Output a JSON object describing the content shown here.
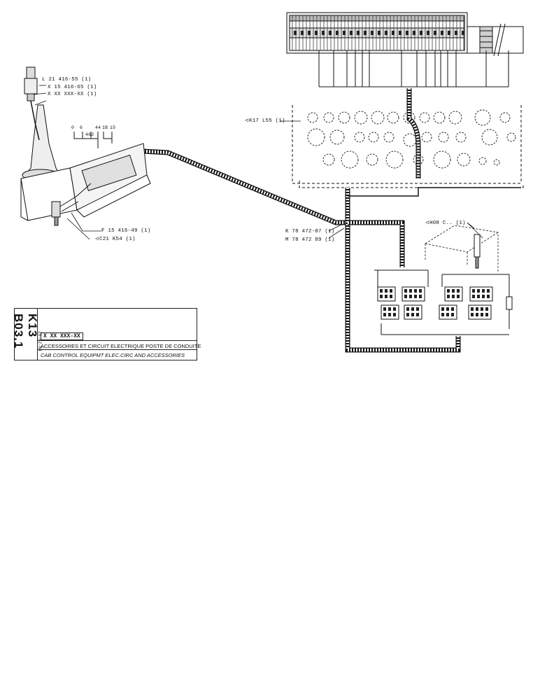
{
  "labels": {
    "switch_l": "L 21 416-55 (1)",
    "switch_x": "X 15 416-65 (1)",
    "switch_xx": "X XX XXX-XX (1)",
    "fuse_f": "F 15 416-49 (1)",
    "c21": "C21 K54  (1)",
    "k17": "K17 L55 (1)",
    "k78": "K 78 472-87 (1)",
    "m78": "M 78 472  89 (1)",
    "h08": "H08  C..  (1)",
    "wire_codes": [
      "0",
      "6",
      "462",
      "44",
      "1B",
      "15"
    ]
  },
  "title_block": {
    "code": "K13 B03.1",
    "date": "29-02-84",
    "ref": "X XX XXX-XX",
    "title_fr": "ACCESSOIRES ET CIRCUIT  ELECTRIQUE POSTE DE CONDUITE",
    "title_en": "CAB CONTROL EQUIPMT ELEC.CIRC  AND  ACCESSORIES"
  },
  "icons": {
    "pointer": "◁"
  }
}
